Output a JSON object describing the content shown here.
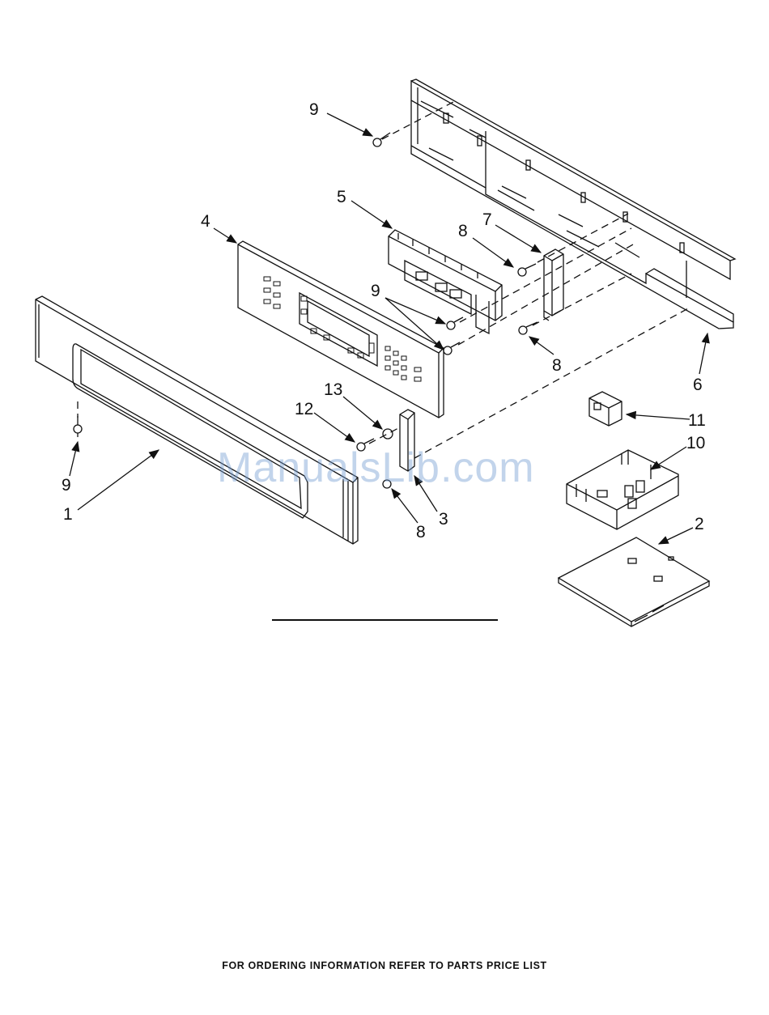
{
  "callouts": {
    "c1": "1",
    "c2": "2",
    "c3": "3",
    "c4": "4",
    "c5": "5",
    "c6": "6",
    "c7": "7",
    "c8a": "8",
    "c8b": "8",
    "c8c": "8",
    "c9a": "9",
    "c9b": "9",
    "c9c": "9",
    "c10": "10",
    "c11": "11",
    "c12": "12",
    "c13": "13"
  },
  "footer": "FOR ORDERING INFORMATION REFER TO PARTS PRICE LIST",
  "watermark": "ManualsLib.com",
  "colors": {
    "line": "#111111",
    "watermark": "#78a0d2"
  }
}
